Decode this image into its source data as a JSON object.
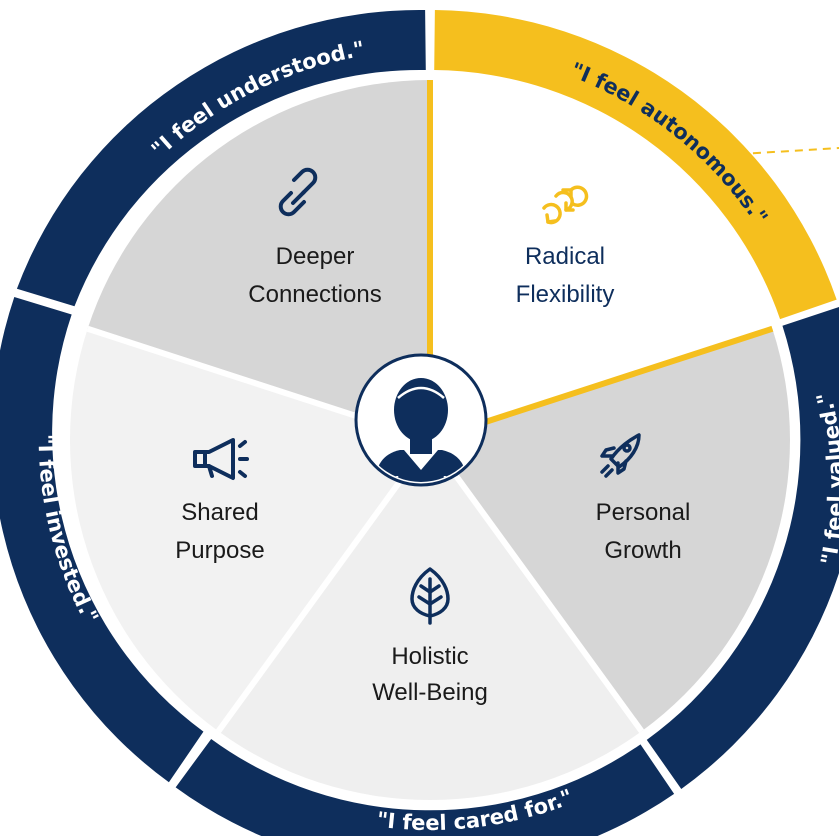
{
  "colors": {
    "navy": "#0e2e5c",
    "gold": "#f5bf1e",
    "segment_dark": "#d6d6d6",
    "segment_light": "#efefef",
    "segment_white": "#ffffff"
  },
  "center": {
    "icon": "person-avatar-icon"
  },
  "segments": [
    {
      "id": "radical-flexibility",
      "line1": "Radical",
      "line2": "Flexibility",
      "icon": "arrows-cycle-icon",
      "ring_text": "\"I feel autonomous.\"",
      "highlighted": true
    },
    {
      "id": "personal-growth",
      "line1": "Personal",
      "line2": "Growth",
      "icon": "rocket-icon",
      "ring_text": "\"I feel valued.\"",
      "highlighted": false
    },
    {
      "id": "holistic-well-being",
      "line1": "Holistic",
      "line2": "Well-Being",
      "icon": "leaf-icon",
      "ring_text": "\"I feel cared for.\"",
      "highlighted": false
    },
    {
      "id": "shared-purpose",
      "line1": "Shared",
      "line2": "Purpose",
      "icon": "megaphone-icon",
      "ring_text": "\"I feel invested.\"",
      "highlighted": false
    },
    {
      "id": "deeper-connections",
      "line1": "Deeper",
      "line2": "Connections",
      "icon": "chain-link-icon",
      "ring_text": "\"I feel understood.\"",
      "highlighted": false
    }
  ]
}
